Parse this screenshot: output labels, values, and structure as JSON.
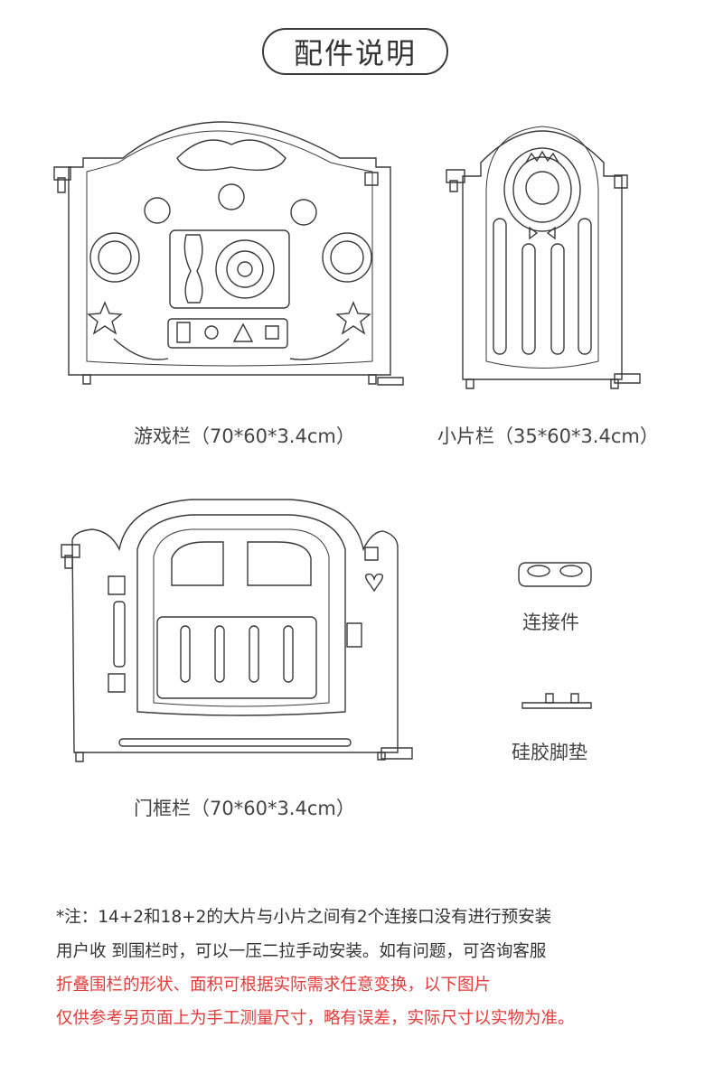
{
  "title": "配件说明",
  "items": {
    "game_panel": "游戏栏（70*60*3.4cm）",
    "small_panel": "小片栏（35*60*3.4cm）",
    "door_panel": "门框栏（70*60*3.4cm）",
    "connector": "连接件",
    "silicone_pad": "硅胶脚垫"
  },
  "notes": [
    "*注：14+2和18+2的大片与小片之间有2个连接口没有进行预安装",
    "用户收 到围栏时，可以一压二拉手动安装。如有问题，可咨询客服",
    "折叠围栏的形状、面积可根据实际需求任意变换，以下图片",
    "仅供参考另页面上为手工测量尺寸，略有误差，实际尺寸以实物为准。"
  ],
  "colors": {
    "text": "#333333",
    "note_red": "#e23b3b",
    "line": "#3a3a3a"
  }
}
